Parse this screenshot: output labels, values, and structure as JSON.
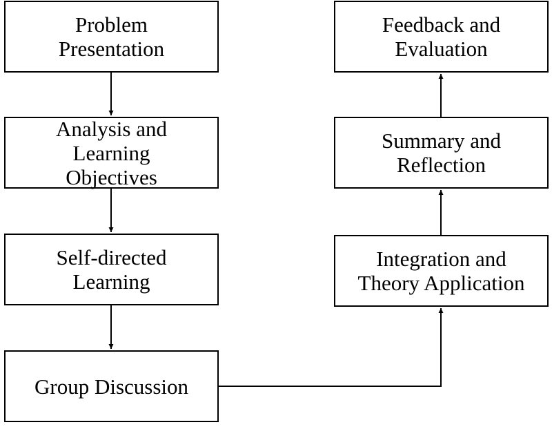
{
  "diagram": {
    "nodes": [
      {
        "id": "problem-presentation",
        "lines": [
          "Problem",
          "Presentation"
        ]
      },
      {
        "id": "analysis-learning-objectives",
        "lines": [
          "Analysis and",
          "Learning",
          "Objectives"
        ]
      },
      {
        "id": "self-directed-learning",
        "lines": [
          "Self-directed",
          "Learning"
        ]
      },
      {
        "id": "group-discussion",
        "lines": [
          "Group Discussion"
        ]
      },
      {
        "id": "integration-theory-application",
        "lines": [
          "Integration and",
          "Theory Application"
        ]
      },
      {
        "id": "summary-reflection",
        "lines": [
          "Summary and",
          "Reflection"
        ]
      },
      {
        "id": "feedback-evaluation",
        "lines": [
          "Feedback and",
          "Evaluation"
        ]
      }
    ],
    "edges": [
      {
        "from": "problem-presentation",
        "to": "analysis-learning-objectives"
      },
      {
        "from": "analysis-learning-objectives",
        "to": "self-directed-learning"
      },
      {
        "from": "self-directed-learning",
        "to": "group-discussion"
      },
      {
        "from": "group-discussion",
        "to": "integration-theory-application"
      },
      {
        "from": "integration-theory-application",
        "to": "summary-reflection"
      },
      {
        "from": "summary-reflection",
        "to": "feedback-evaluation"
      }
    ],
    "colors": {
      "stroke": "#000000",
      "text": "#000000",
      "fill": "#ffffff"
    }
  }
}
